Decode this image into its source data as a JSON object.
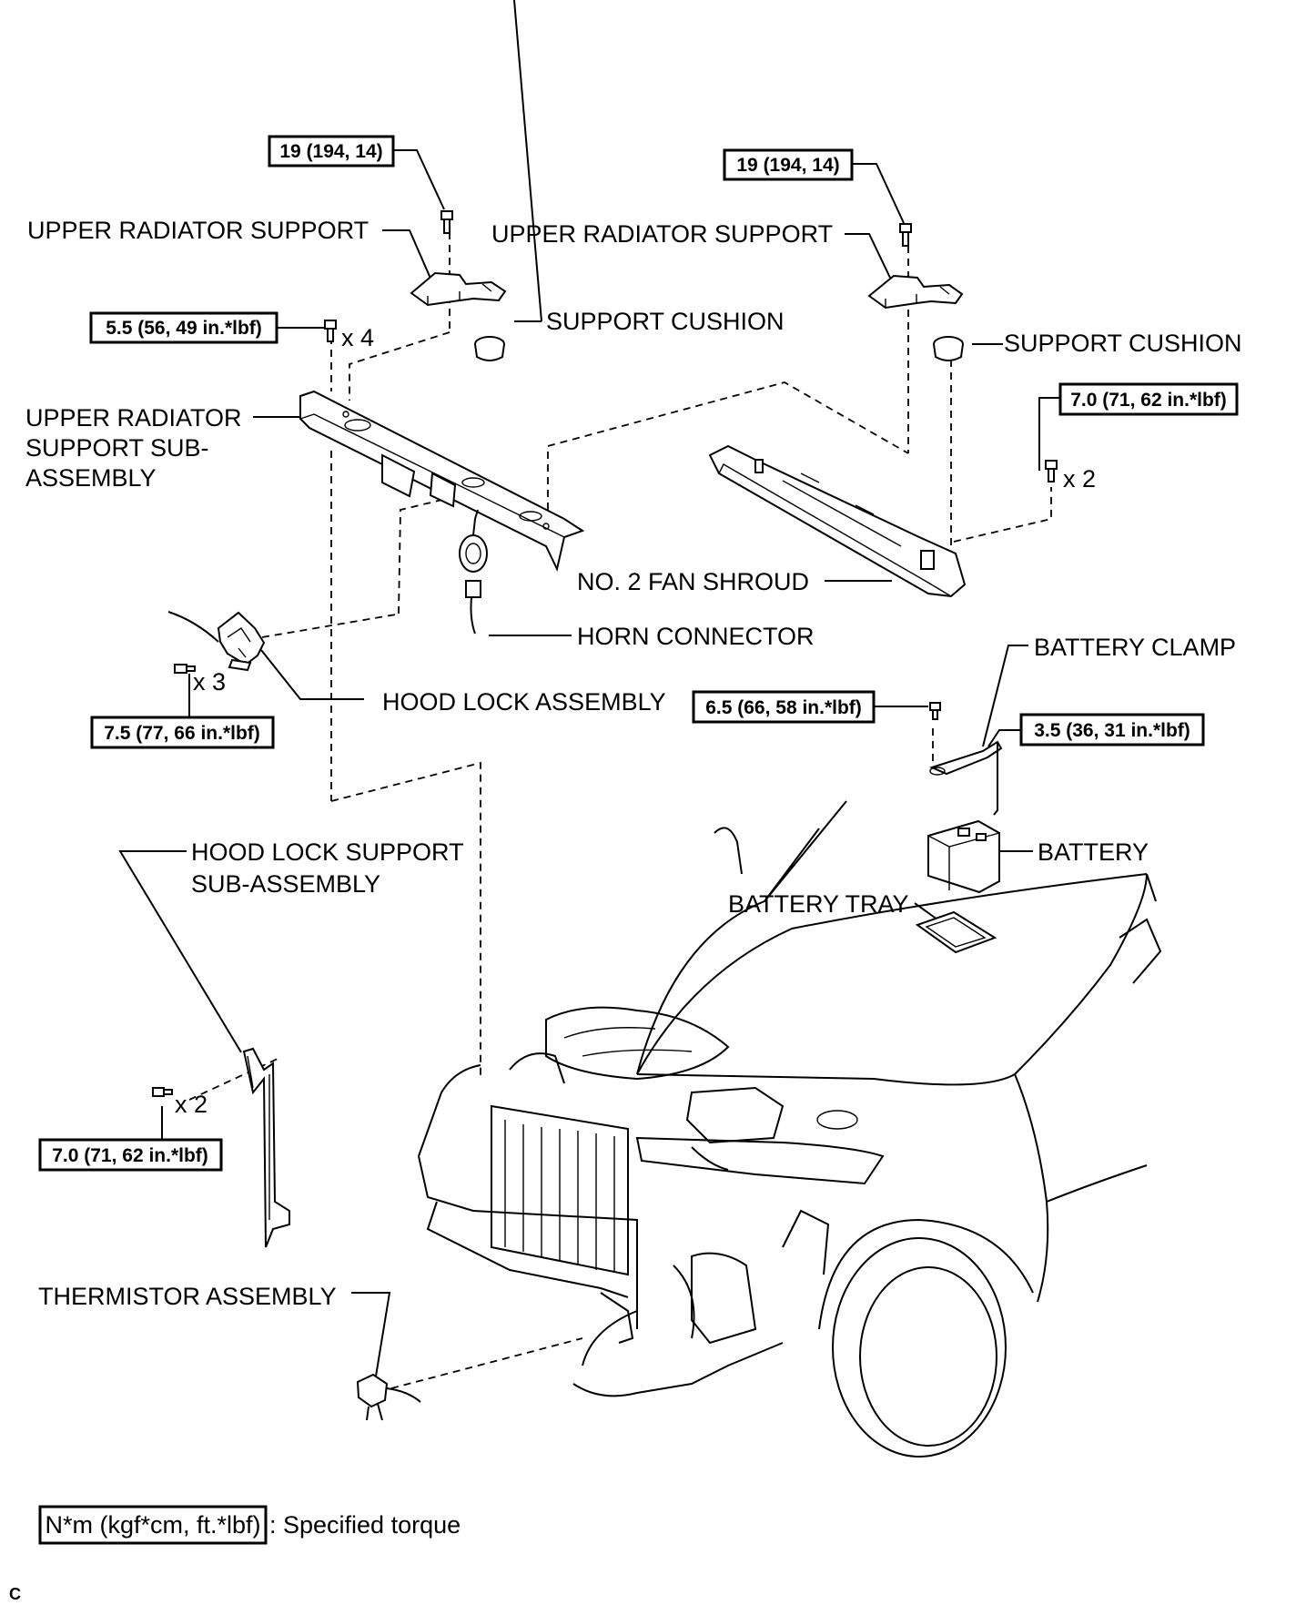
{
  "labels": {
    "upper_radiator_support_left": "UPPER RADIATOR SUPPORT",
    "upper_radiator_support_right": "UPPER RADIATOR SUPPORT",
    "support_cushion_left": "SUPPORT CUSHION",
    "support_cushion_right": "SUPPORT CUSHION",
    "upper_radiator_support_sub_assembly": [
      "UPPER RADIATOR",
      "SUPPORT SUB-",
      "ASSEMBLY"
    ],
    "no2_fan_shroud": "NO. 2 FAN SHROUD",
    "horn_connector": "HORN CONNECTOR",
    "hood_lock_assembly": "HOOD LOCK ASSEMBLY",
    "battery_clamp": "BATTERY CLAMP",
    "battery": "BATTERY",
    "battery_tray": "BATTERY TRAY",
    "hood_lock_support_sub_assembly": [
      "HOOD LOCK SUPPORT",
      "SUB-ASSEMBLY"
    ],
    "thermistor_assembly": "THERMISTOR ASSEMBLY"
  },
  "torques": {
    "upper_support_left_bolt": "19 (194, 14)",
    "upper_support_right_bolt": "19 (194, 14)",
    "sub_assembly_bolt": "5.5 (56, 49 in.*lbf)",
    "fan_shroud_bolt": "7.0 (71, 62 in.*lbf)",
    "hood_lock_bolt": "7.5 (77, 66 in.*lbf)",
    "battery_clamp_bolt": "6.5 (66, 58 in.*lbf)",
    "battery_clamp_nut": "3.5 (36, 31 in.*lbf)",
    "hood_lock_support_bolt": "7.0 (71, 62 in.*lbf)"
  },
  "quantities": {
    "sub_assembly_bolt": "x 4",
    "fan_shroud_bolt": "x 2",
    "hood_lock_bolt": "x 3",
    "hood_lock_support_bolt": "x 2"
  },
  "legend": {
    "box_text": "N*m (kgf*cm, ft.*lbf)",
    "description": ": Specified torque"
  },
  "corner_code": "C"
}
